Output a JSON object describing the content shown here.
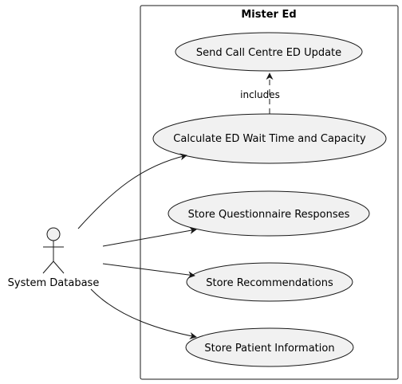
{
  "diagram": {
    "system": {
      "name": "Mister Ed"
    },
    "actor": {
      "name": "System Database"
    },
    "use_cases": {
      "send_update": "Send Call Centre ED Update",
      "calc_wait": "Calculate ED Wait Time and Capacity",
      "store_questionnaire": "Store Questionnaire Responses",
      "store_recommendations": "Store Recommendations",
      "store_patient": "Store Patient Information"
    },
    "relations": {
      "include_label": "includes"
    },
    "colors": {
      "usecase_fill": "#f1f1f1",
      "actor_fill": "#f1f1f1",
      "stroke": "#181818",
      "background": "#ffffff"
    }
  }
}
